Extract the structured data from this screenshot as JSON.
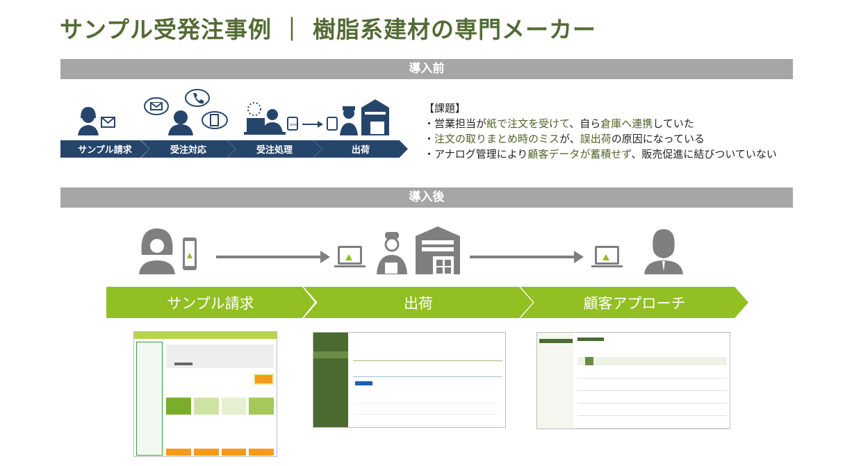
{
  "title": "サンプル受発注事例 ｜ 樹脂系建材の専門メーカー",
  "before": {
    "label": "導入前",
    "steps": [
      "サンプル請求",
      "受注対応",
      "受注処理",
      "出荷"
    ],
    "issues_heading": "【課題】",
    "issues": [
      [
        {
          "t": "・営業担当が"
        },
        {
          "t": "紙で注文を受けて",
          "h": 1
        },
        {
          "t": "、自ら"
        },
        {
          "t": "倉庫へ連携",
          "h": 1
        },
        {
          "t": "していた"
        }
      ],
      [
        {
          "t": "・"
        },
        {
          "t": "注文の取りまとめ時のミス",
          "h": 1
        },
        {
          "t": "が、"
        },
        {
          "t": "誤出荷",
          "h": 1
        },
        {
          "t": "の原因になっている"
        }
      ],
      [
        {
          "t": "・アナログ管理により"
        },
        {
          "t": "顧客データが蓄積せず",
          "h": 1
        },
        {
          "t": "、販売促進に結びついていない"
        }
      ]
    ],
    "file_label": "xlsx"
  },
  "after": {
    "label": "導入後",
    "steps": [
      "サンプル請求",
      "出荷",
      "顧客アプローチ"
    ]
  },
  "colors": {
    "title": "#536b34",
    "navy": "#26456b",
    "lime": "#92bf22",
    "band": "#a6a6a6",
    "icon_gray": "#7f7f7f"
  }
}
